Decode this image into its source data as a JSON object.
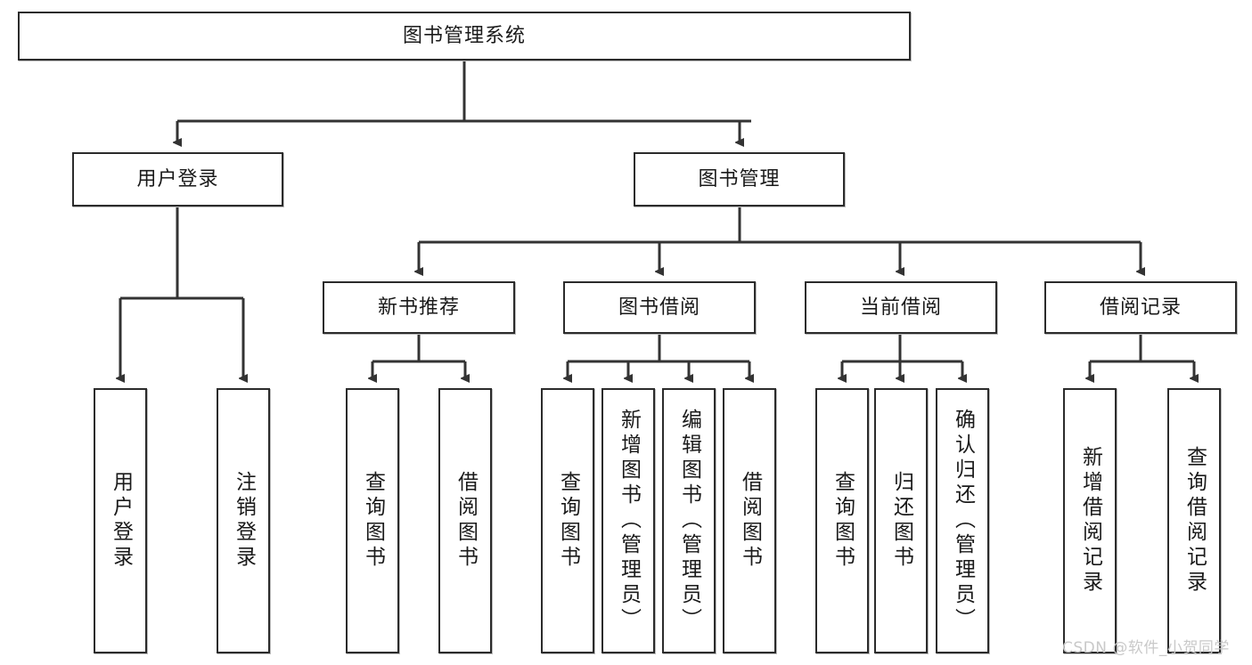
{
  "diagram": {
    "type": "tree-hierarchy",
    "title": "图书管理系统",
    "watermark": "CSDN @软件_小贺同学",
    "colors": {
      "box_border": "#2b2b2b",
      "box_fill": "#ffffff",
      "connector": "#333333",
      "text": "#1a1a1a",
      "watermark": "#c9c9c9"
    },
    "nodes": {
      "root": {
        "label": "图书管理系统",
        "level": 1,
        "orientation": "horizontal"
      },
      "l2": [
        {
          "id": "user-login",
          "label": "用户登录",
          "level": 2,
          "orientation": "horizontal"
        },
        {
          "id": "book-manage",
          "label": "图书管理",
          "level": 2,
          "orientation": "horizontal"
        }
      ],
      "l3": [
        {
          "id": "new-book-rec",
          "label": "新书推荐",
          "level": 3,
          "orientation": "horizontal"
        },
        {
          "id": "book-borrow",
          "label": "图书借阅",
          "level": 3,
          "orientation": "horizontal"
        },
        {
          "id": "current-borrow",
          "label": "当前借阅",
          "level": 3,
          "orientation": "horizontal"
        },
        {
          "id": "borrow-record",
          "label": "借阅记录",
          "level": 3,
          "orientation": "horizontal"
        }
      ],
      "leaves": [
        {
          "id": "leaf-user-login",
          "label": "用户登录",
          "parent": "user-login",
          "orientation": "vertical"
        },
        {
          "id": "leaf-logout-login",
          "label": "注销登录",
          "parent": "user-login",
          "orientation": "vertical"
        },
        {
          "id": "leaf-query-book-1",
          "label": "查询图书",
          "parent": "new-book-rec",
          "orientation": "vertical"
        },
        {
          "id": "leaf-borrow-book-1",
          "label": "借阅图书",
          "parent": "new-book-rec",
          "orientation": "vertical"
        },
        {
          "id": "leaf-query-book-2",
          "label": "查询图书",
          "parent": "book-borrow",
          "orientation": "vertical"
        },
        {
          "id": "leaf-add-book",
          "label": "新增图书（管理员）",
          "parent": "book-borrow",
          "orientation": "vertical"
        },
        {
          "id": "leaf-edit-book",
          "label": "编辑图书（管理员）",
          "parent": "book-borrow",
          "orientation": "vertical"
        },
        {
          "id": "leaf-borrow-book-2",
          "label": "借阅图书",
          "parent": "book-borrow",
          "orientation": "vertical"
        },
        {
          "id": "leaf-query-book-3",
          "label": "查询图书",
          "parent": "current-borrow",
          "orientation": "vertical"
        },
        {
          "id": "leaf-return-book",
          "label": "归还图书",
          "parent": "current-borrow",
          "orientation": "vertical"
        },
        {
          "id": "leaf-confirm-return",
          "label": "确认归还（管理员）",
          "parent": "current-borrow",
          "orientation": "vertical"
        },
        {
          "id": "leaf-add-record",
          "label": "新增借阅记录",
          "parent": "borrow-record",
          "orientation": "vertical"
        },
        {
          "id": "leaf-query-record",
          "label": "查询借阅记录",
          "parent": "borrow-record",
          "orientation": "vertical"
        }
      ]
    }
  }
}
